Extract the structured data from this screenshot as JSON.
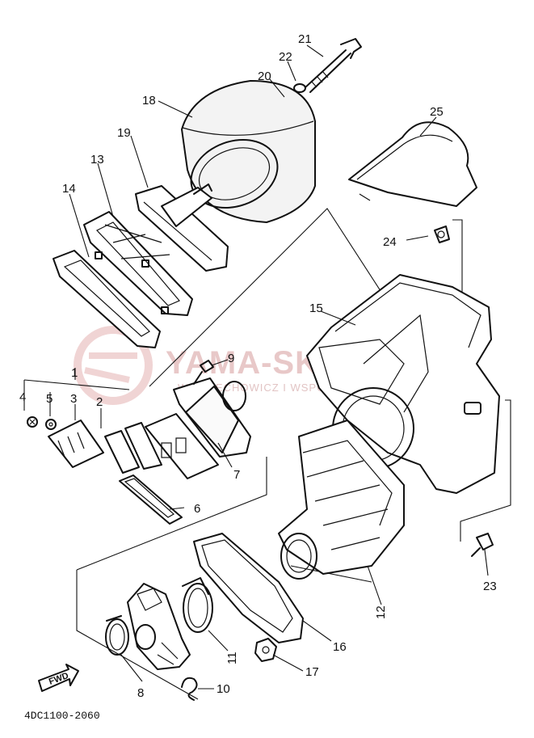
{
  "callouts": {
    "c1": "1",
    "c2": "2",
    "c3": "3",
    "c4": "4",
    "c5": "5",
    "c6": "6",
    "c7": "7",
    "c8": "8",
    "c9": "9",
    "c10": "10",
    "c11": "11",
    "c12": "12",
    "c13": "13",
    "c14": "14",
    "c15": "15",
    "c16": "16",
    "c17": "17",
    "c18": "18",
    "c19": "19",
    "c20": "20",
    "c21": "21",
    "c22": "22",
    "c23": "23",
    "c24": "24",
    "c25": "25"
  },
  "diagram_code": "4DC1100-2060",
  "fwd_label": "FWD",
  "watermark": {
    "title": "YAMA-SKLEP.PL",
    "subtitle": "WOJCIECHOWICZ I WSPÓLNICY YAMAHA"
  },
  "colors": {
    "ink": "#111111",
    "watermark": "#e8c8c8"
  }
}
